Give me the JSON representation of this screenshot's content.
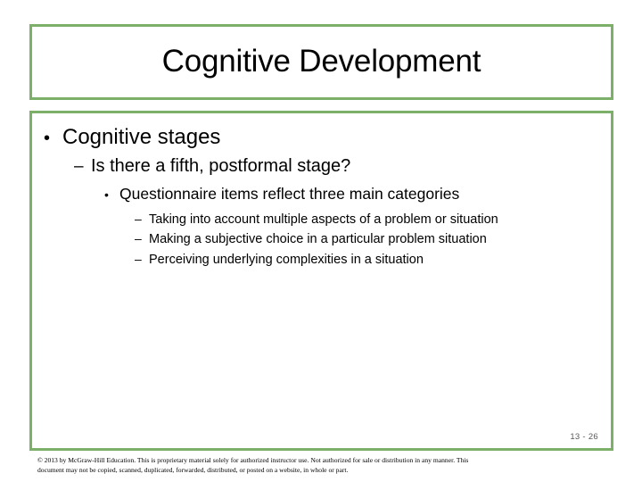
{
  "slide": {
    "title": "Cognitive Development",
    "accent_color": "#7cb069",
    "background_color": "#ffffff",
    "text_color": "#000000",
    "slide_number": "13 - 26",
    "bullets": [
      {
        "level": 1,
        "marker": "•",
        "text": "Cognitive stages"
      },
      {
        "level": 2,
        "marker": "–",
        "text": "Is there a fifth, postformal stage?"
      },
      {
        "level": 3,
        "marker": "•",
        "text": "Questionnaire items reflect three main categories"
      },
      {
        "level": 4,
        "marker": "–",
        "text": "Taking into account multiple aspects of a problem or situation"
      },
      {
        "level": 4,
        "marker": "–",
        "text": "Making a subjective choice in a particular problem situation"
      },
      {
        "level": 4,
        "marker": "–",
        "text": "Perceiving underlying complexities in a situation"
      }
    ],
    "footer": {
      "line1": "© 2013 by McGraw-Hill Education.  This is proprietary material solely for authorized instructor use. Not authorized for sale or distribution in any manner.  This",
      "line2": "document may not be copied, scanned, duplicated, forwarded, distributed, or posted on a website, in whole or part."
    }
  }
}
